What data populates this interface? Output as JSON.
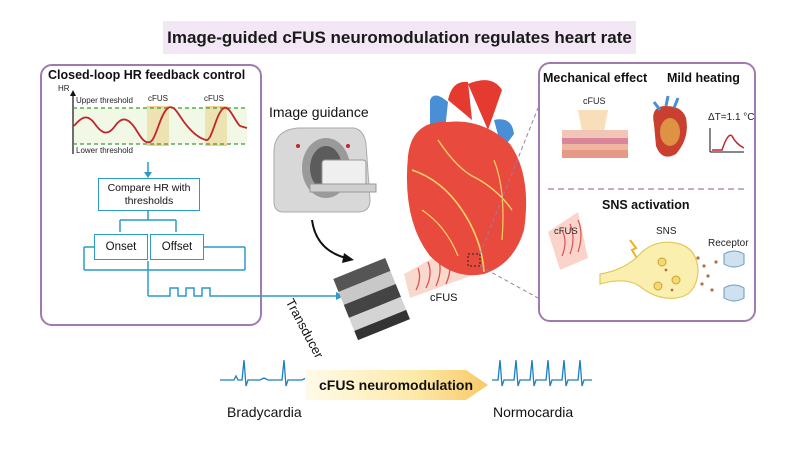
{
  "title": "Image-guided cFUS neuromodulation regulates heart rate",
  "left_panel": {
    "title": "Closed-loop HR feedback control",
    "hr_axis": "HR",
    "upper_threshold": "Upper threshold",
    "lower_threshold": "Lower threshold",
    "cfus_1": "cFUS",
    "cfus_2": "cFUS",
    "compare_box": "Compare HR with thresholds",
    "onset": "Onset",
    "offset": "Offset"
  },
  "center": {
    "image_guidance": "Image guidance",
    "transducer": "Transducer",
    "cfus": "cFUS"
  },
  "right_panel": {
    "mechanical_effect": "Mechanical effect",
    "mild_heating": "Mild heating",
    "cfus_mech": "cFUS",
    "delta_t": "ΔT=1.1 °C",
    "sns_activation": "SNS activation",
    "cfus_sns": "cFUS",
    "sns": "SNS",
    "receptor": "Receptor"
  },
  "bottom": {
    "arrow_label": "cFUS neuromodulation",
    "left_label": "Bradycardia",
    "right_label": "Normocardia"
  },
  "colors": {
    "panel_border": "#a07bb0",
    "flow_blue": "#2b9ac6",
    "hr_trace": "#c0262d",
    "threshold_green": "#3a9a3a",
    "cfus_orange": "#f4b860"
  }
}
